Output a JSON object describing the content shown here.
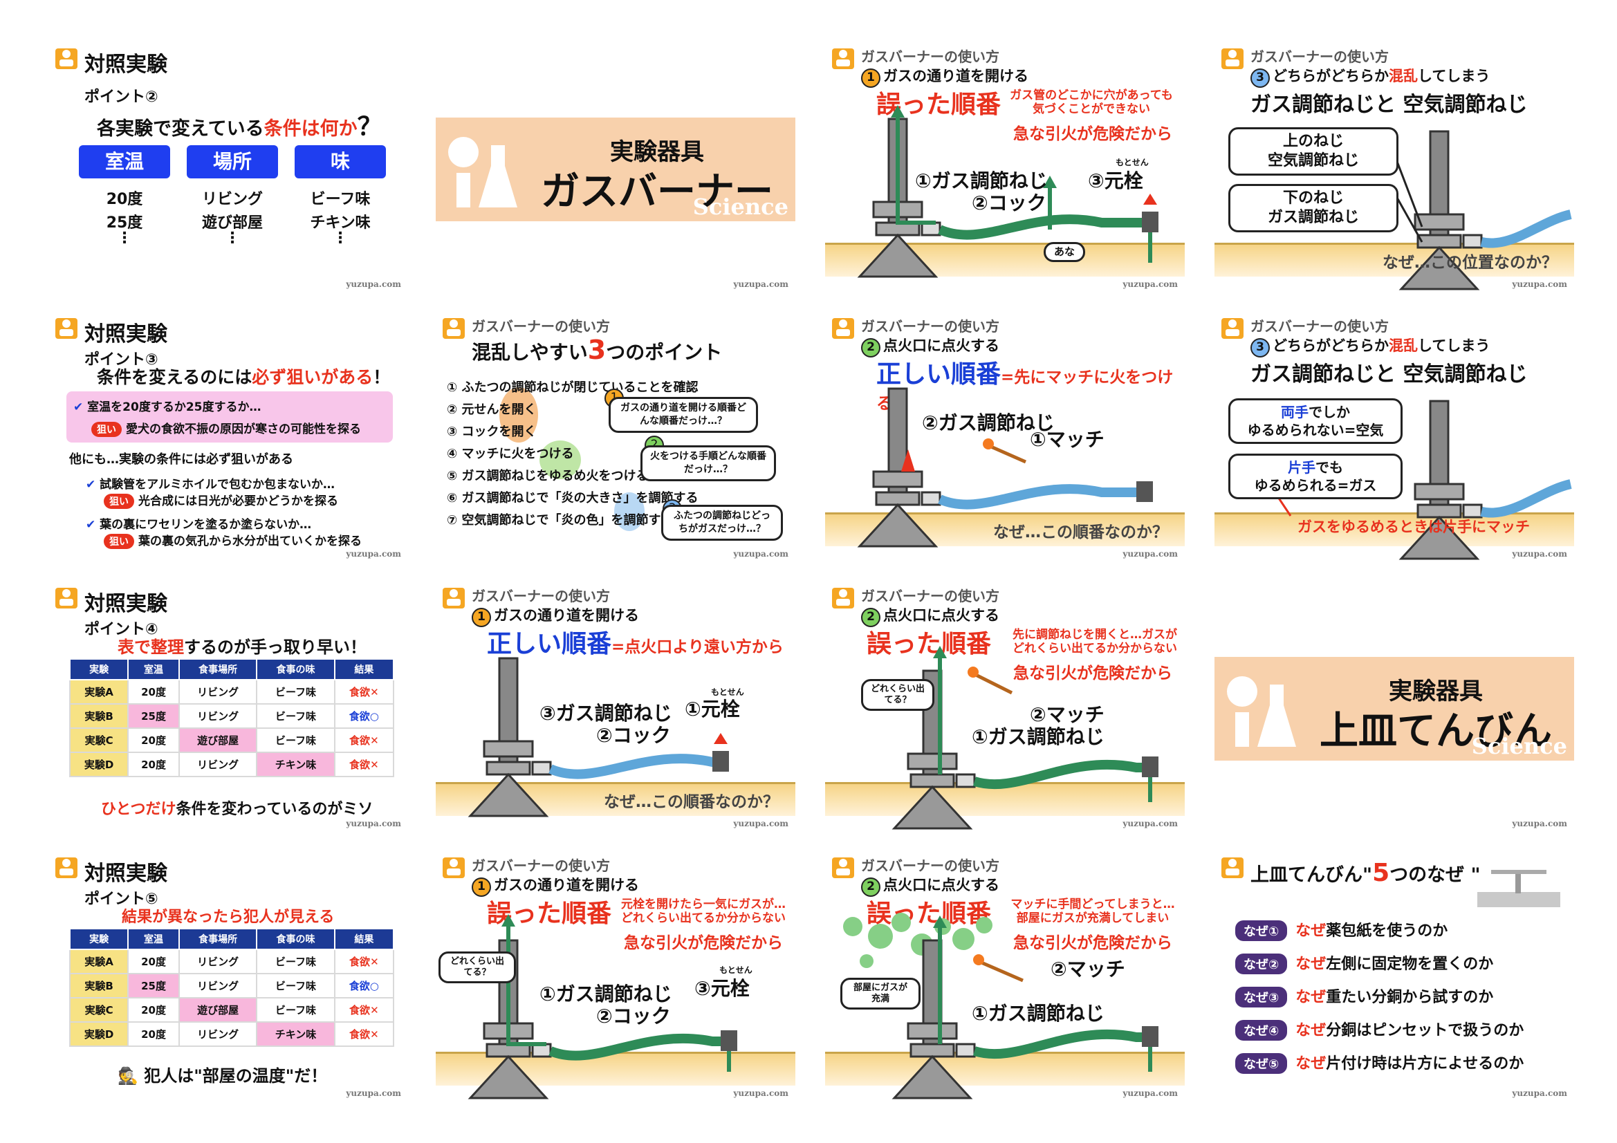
{
  "footer": "yuzupa.com",
  "common": {
    "kicker_burner": "ガスバーナーの使い方",
    "title_control": "対照実験",
    "cover_top": "実験器具",
    "science": "Science",
    "why_position": "なぜ…この位置なのか？",
    "why_order": "なぜ…この順番なのか？"
  },
  "s1": {
    "point": "ポイント②",
    "q_pre": "各実験で変えている",
    "q_red": "条件は何か",
    "q_post": "？",
    "cols": [
      {
        "btn": "室温",
        "v1": "20度",
        "v2": "25度"
      },
      {
        "btn": "場所",
        "v1": "リビング",
        "v2": "遊び部屋"
      },
      {
        "btn": "味",
        "v1": "ビーフ味",
        "v2": "チキン味"
      }
    ]
  },
  "s2": {
    "title": "ガスバーナー"
  },
  "s3": {
    "step": "ガスの通り道を開ける",
    "big": "誤った順番",
    "warn_small": "ガス管のどこかに穴があっても気づくことができない",
    "warn_big": "急な引火が危険だから",
    "l1": "①ガス調節ねじ",
    "l2": "②コック",
    "l3": "③元栓",
    "ruby": "もとせん",
    "hole": "あな"
  },
  "s4": {
    "step_pre": "どちらがどちらか",
    "step_red": "混乱",
    "step_post": "してしまう",
    "heading": "ガス調節ねじと 空気調節ねじ",
    "b1a": "上のねじ",
    "b1b": "空気調節ねじ",
    "b2a": "下のねじ",
    "b2b": "ガス調節ねじ"
  },
  "s5": {
    "point": "ポイント③",
    "q_pre": "条件を変えるのには",
    "q_red": "必ず狙いがある",
    "q_post": "！",
    "box1": "室温を20度するか25度するか…",
    "aim": "狙い",
    "box1b": "愛犬の食欲不振の原因が寒さの可能性を探る",
    "other": "他にも…実験の条件には必ず狙いがある",
    "e1": "試験管をアルミホイルで包むか包まないか…",
    "e1b": "光合成には日光が必要かどうかを探る",
    "e2": "葉の裏にワセリンを塗るか塗らないか…",
    "e2b": "葉の裏の気孔から水分が出ていくかを探る"
  },
  "s6": {
    "title_pre": "混乱しやすい",
    "title_num": "3",
    "title_post": "つのポイント",
    "items": [
      "① ふたつの調節ねじが閉じていることを確認",
      "② 元せんを開く",
      "③ コックを開く",
      "④ マッチに火をつける",
      "⑤ ガス調節ねじをゆるめ火をつける",
      "⑥ ガス調節ねじで「炎の大きさ」を調節する",
      "⑦ 空気調節ねじで「炎の色」を調節する"
    ],
    "c1": "ガスの通り道を開ける順番どんな順番だっけ…？",
    "c2": "火をつける手順どんな順番だっけ…？",
    "c3": "ふたつの調節ねじどっちがガスだっけ…？"
  },
  "s7": {
    "step": "点火口に点火する",
    "big": "正しい順番",
    "sub": "=先にマッチに火をつける",
    "l1": "②ガス調節ねじ",
    "l2": "①マッチ"
  },
  "s8": {
    "step_pre": "どちらがどちらか",
    "step_red": "混乱",
    "step_post": "してしまう",
    "heading": "ガス調節ねじと 空気調節ねじ",
    "b1a": "両手",
    "b1b": "でしか",
    "b1c": "ゆるめられない=空気",
    "b2a": "片手",
    "b2b": "でも",
    "b2c": "ゆるめられる=ガス",
    "note": "ガスをゆるめるときは片手にマッチ"
  },
  "s9": {
    "point": "ポイント④",
    "q_red": "表で整理",
    "q_post": "するのが手っ取り早い！",
    "headers": [
      "実験",
      "室温",
      "食事場所",
      "食事の味",
      "結果"
    ],
    "rows": [
      {
        "a": "実験A",
        "b": "20度",
        "c": "リビング",
        "d": "ビーフ味",
        "e": "食欲",
        "m": "✕"
      },
      {
        "a": "実験B",
        "b": "25度",
        "c": "リビング",
        "d": "ビーフ味",
        "e": "食欲",
        "m": "○"
      },
      {
        "a": "実験C",
        "b": "20度",
        "c": "遊び部屋",
        "d": "ビーフ味",
        "e": "食欲",
        "m": "✕"
      },
      {
        "a": "実験D",
        "b": "20度",
        "c": "リビング",
        "d": "チキン味",
        "e": "食欲",
        "m": "✕"
      }
    ],
    "bottom_red": "ひとつだけ",
    "bottom_post": "条件を変わっているのがミソ"
  },
  "s10": {
    "step": "ガスの通り道を開ける",
    "big": "正しい順番",
    "sub": "=点火口より遠い方から",
    "l1": "③ガス調節ねじ",
    "l2": "②コック",
    "l3": "①元栓",
    "ruby": "もとせん"
  },
  "s11": {
    "step": "点火口に点火する",
    "big": "誤った順番",
    "warn_small": "先に調節ねじを開くと…ガスがどれくらい出てるか分からない",
    "warn_big": "急な引火が危険だから",
    "bubble": "どれくらい出てる？",
    "l1": "②マッチ",
    "l2": "①ガス調節ねじ"
  },
  "s12": {
    "title": "上皿てんびん"
  },
  "s13": {
    "point": "ポイント⑤",
    "q_red": "結果が異なったら犯人が見える",
    "headers": [
      "実験",
      "室温",
      "食事場所",
      "食事の味",
      "結果"
    ],
    "rows": [
      {
        "a": "実験A",
        "b": "20度",
        "c": "リビング",
        "d": "ビーフ味",
        "e": "食欲",
        "m": "✕"
      },
      {
        "a": "実験B",
        "b": "25度",
        "c": "リビング",
        "d": "ビーフ味",
        "e": "食欲",
        "m": "○"
      },
      {
        "a": "実験C",
        "b": "20度",
        "c": "遊び部屋",
        "d": "ビーフ味",
        "e": "食欲",
        "m": "✕"
      },
      {
        "a": "実験D",
        "b": "20度",
        "c": "リビング",
        "d": "チキン味",
        "e": "食欲",
        "m": "✕"
      }
    ],
    "culprit": "犯人は\"部屋の温度\"だ！"
  },
  "s14": {
    "step": "ガスの通り道を開ける",
    "big": "誤った順番",
    "warn_small": "元栓を開けたら一気にガスが…どれくらい出てるか分からない",
    "warn_big": "急な引火が危険だから",
    "bubble": "どれくらい出てる？",
    "l1": "①ガス調節ねじ",
    "l2": "②コック",
    "l3": "③元栓",
    "ruby": "もとせん"
  },
  "s15": {
    "step": "点火口に点火する",
    "big": "誤った順番",
    "warn_small": "マッチに手間どってしまうと…部屋にガスが充満してしまい",
    "warn_big": "急な引火が危険だから",
    "bubble": "部屋にガスが充満",
    "l1": "②マッチ",
    "l2": "①ガス調節ねじ"
  },
  "s16": {
    "title_pre": "上皿てんびん\"",
    "title_num": "5",
    "title_post": "つのなぜ \"",
    "items": [
      {
        "tag": "なぜ①",
        "red": "なぜ",
        "text": "薬包紙を使うのか"
      },
      {
        "tag": "なぜ②",
        "red": "なぜ",
        "text": "左側に固定物を置くのか"
      },
      {
        "tag": "なぜ③",
        "red": "なぜ",
        "text": "重たい分銅から試すのか"
      },
      {
        "tag": "なぜ④",
        "red": "なぜ",
        "text": "分銅はピンセットで扱うのか"
      },
      {
        "tag": "なぜ⑤",
        "red": "なぜ",
        "text": "片付け時は片方によせるのか"
      }
    ]
  }
}
